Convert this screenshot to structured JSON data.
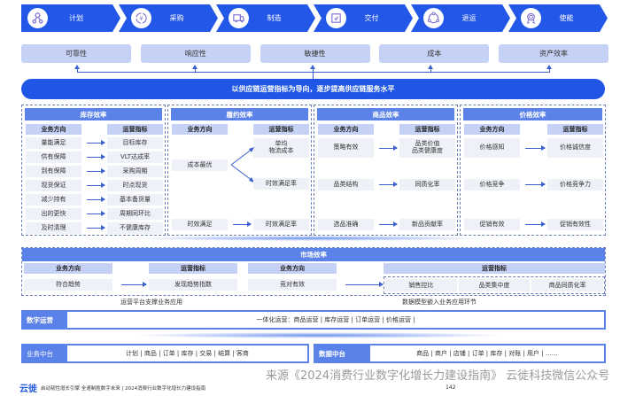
{
  "process_steps": [
    {
      "label": "计划",
      "icon": "network-nodes-icon"
    },
    {
      "label": "采购",
      "icon": "currency-cycle-icon"
    },
    {
      "label": "制造",
      "icon": "truck-icon"
    },
    {
      "label": "交付",
      "icon": "package-icon"
    },
    {
      "label": "退运",
      "icon": "return-cycle-icon"
    },
    {
      "label": "使能",
      "icon": "award-ribbon-icon"
    }
  ],
  "goals": [
    "可靠性",
    "响应性",
    "敏捷性",
    "成本",
    "资产效率"
  ],
  "banner": "以供应链运营指标为导向，逐步提高供应链服务水平",
  "column_headers": {
    "business": "业务方向",
    "metric": "运营指标"
  },
  "panels": [
    {
      "title": "库存效率",
      "rows": [
        {
          "business": "量能满足",
          "metric": "目标库存"
        },
        {
          "business": "供有保障",
          "metric": "VLT达成率"
        },
        {
          "business": "到有保障",
          "metric": "采购周期"
        },
        {
          "business": "现货保证",
          "metric": "时点现货"
        },
        {
          "business": "减少持有",
          "metric": "基本备货量"
        },
        {
          "business": "出的更快",
          "metric": "周期同环比"
        },
        {
          "business": "及时清理",
          "metric": "不健康库存"
        }
      ]
    },
    {
      "title": "履约效率",
      "business": [
        "成本最优",
        "时效满足"
      ],
      "metrics": [
        "单均\n物流成本",
        "时效满足率",
        "时效满足率"
      ]
    },
    {
      "title": "商品效率",
      "rows": [
        {
          "business": "策略有效",
          "metric": "品类价值\n品类健康度"
        },
        {
          "business": "品类结构",
          "metric": "同质化率"
        },
        {
          "business": "选品准确",
          "metric": "新品贡献率"
        }
      ]
    },
    {
      "title": "价格效率",
      "rows": [
        {
          "business": "价格感知",
          "metric": "价格诚信度"
        },
        {
          "business": "价格竞争",
          "metric": "价格竞争力"
        },
        {
          "business": "促销有效",
          "metric": "促销有效性"
        }
      ]
    }
  ],
  "market": {
    "title": "市场效率",
    "headers": [
      "业务方向",
      "运营指标",
      "业务方向",
      "运营指标"
    ],
    "row1_business": "符合趋势",
    "row1_metric": "发现趋势指数",
    "row2_business": "竞对有效",
    "row2_metrics": [
      "销售控比",
      "品类集中度",
      "商品同质化率"
    ]
  },
  "captions": {
    "left": "运营平台支撑业务应用",
    "right": "数据模型嵌入业务应用环节"
  },
  "digital_ops": {
    "tag": "数字运营",
    "content": "一体化运营：商品运营 | 库存运营 | 订单运营 | 价格运营 |"
  },
  "business_platform": {
    "tag": "业务中台",
    "content": "计划 | 商品 | 订单 | 库存 | 交易 | 结算 | 客商"
  },
  "data_platform": {
    "tag": "数据中台",
    "content": "商品 | 商户 | 店铺 | 订单 | 库存 | 对账 | 用户 | ……"
  },
  "footer": {
    "logo": "云徙",
    "tagline": "启动韧性增长引擎  全速制胜数字未来 | 2024消费行业数字化增长力建设指南",
    "page": "142"
  },
  "watermark": "来源《2024消费行业数字化增长力建设指南》 云徙科技微信公众号",
  "colors": {
    "primary": "#2357e8",
    "panel_header": "#5b82e8",
    "light": "#c6d2f5",
    "cell": "#eef1f8"
  }
}
